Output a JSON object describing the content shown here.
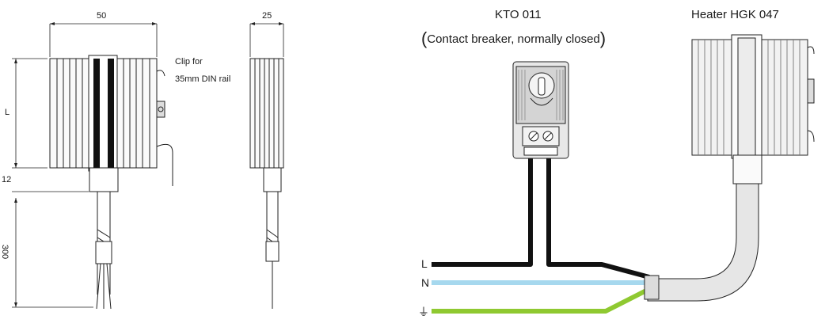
{
  "dimension_drawing": {
    "width_label": "50",
    "depth_label": "25",
    "length_label": "L",
    "gap_label": "12",
    "cable_length_label": "300",
    "clip_note_line1": "Clip for",
    "clip_note_line2": "35mm DIN rail"
  },
  "wiring_diagram": {
    "breaker_title": "KTO 011",
    "breaker_subtitle_open": "(",
    "breaker_subtitle": "Contact breaker,  normally closed",
    "breaker_subtitle_close": ")",
    "heater_title": "Heater HGK  047",
    "wire_L": "L",
    "wire_N": "N",
    "earth_symbol": "⏚"
  },
  "colors": {
    "line_black": "#111111",
    "neutral_blue": "#a6d8ee",
    "earth_green": "#8fc931",
    "body_gray": "#ececec",
    "fin_gray": "#9a9a9a"
  }
}
